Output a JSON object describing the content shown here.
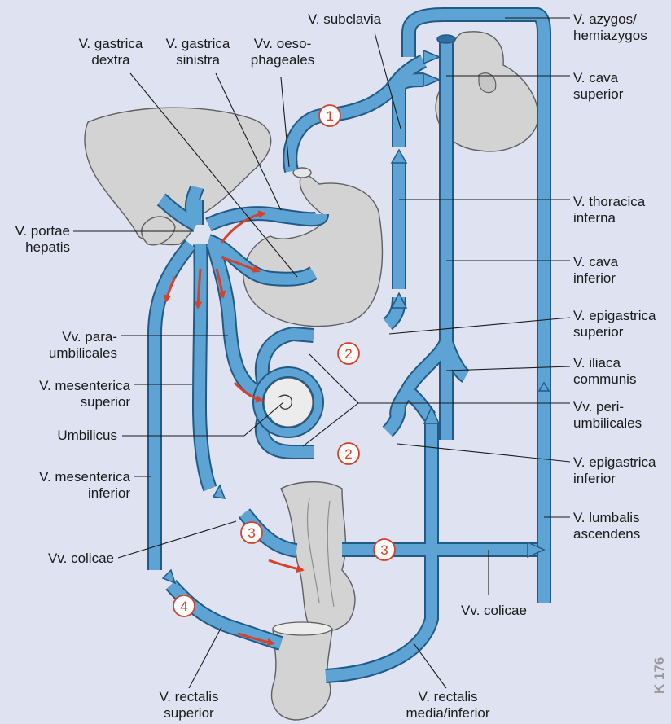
{
  "labels": {
    "v_subclavia": "V. subclavia",
    "v_azygos": "V. azygos/\nhemiazygos",
    "v_gastrica_dextra": "V. gastrica\ndextra",
    "v_gastrica_sinistra": "V. gastrica\nsinistra",
    "vv_oesophageales": "Vv. oeso-\nphageales",
    "v_cava_superior": "V. cava\nsuperior",
    "v_thoracica_interna": "V. thoracica\ninterna",
    "v_portae_hepatis": "V. portae\nhepatis",
    "v_cava_inferior": "V. cava\ninferior",
    "v_epigastrica_superior": "V. epigastrica\nsuperior",
    "vv_paraumbilicales": "Vv. para-\numbilicales",
    "v_iliaca_communis": "V. iliaca\ncommunis",
    "v_mesenterica_superior": "V. mesenterica\nsuperior",
    "vv_periumbilicales": "Vv. peri-\numbilicales",
    "umbilicus": "Umbilicus",
    "v_epigastrica_inferior": "V. epigastrica\ninferior",
    "v_mesenterica_inferior": "V. mesenterica\ninferior",
    "v_lumbalis_ascendens": "V. lumbalis\nascendens",
    "vv_colicae_left": "Vv. colicae",
    "vv_colicae_bottom": "Vv. colicae",
    "v_rectalis_superior": "V. rectalis\nsuperior",
    "v_rectalis_media_inferior": "V. rectalis\nmedia/inferior"
  },
  "markers": [
    "1",
    "2",
    "2",
    "3",
    "3",
    "4"
  ],
  "stamp": "K 176",
  "colors": {
    "background": "#dfe3f1",
    "vein": "#4a8cbd",
    "organ": "#d3d3d3",
    "flow_arrow": "#d5412b"
  }
}
